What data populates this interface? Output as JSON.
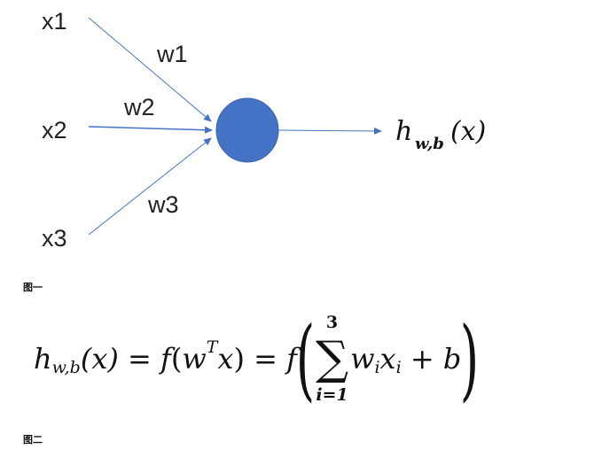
{
  "diagram": {
    "inputs": [
      "x1",
      "x2",
      "x3"
    ],
    "weights": [
      "w1",
      "w2",
      "w3"
    ],
    "output": {
      "h": "h",
      "sub": "w,b",
      "arg": "(x)"
    },
    "neuron_color": "#4472C4",
    "edge_color": "#4472C4"
  },
  "captions": {
    "figure1": "图一",
    "figure2": "图二"
  },
  "formula": {
    "h": "h",
    "h_sub": "w,b",
    "h_arg": "(x)",
    "eq1": " = ",
    "f1": "f",
    "open1": "(",
    "w": "w",
    "T": "T",
    "x": "x",
    "close1": ")",
    "eq2": " = ",
    "f2": "f",
    "lparen": "(",
    "sum_upper": "3",
    "sigma": "∑",
    "sum_lower": "i=1",
    "wi": "w",
    "wi_sub": "i",
    "xi": "x",
    "xi_sub": "i",
    "plus": " + ",
    "b": "b",
    "rparen": ")"
  }
}
